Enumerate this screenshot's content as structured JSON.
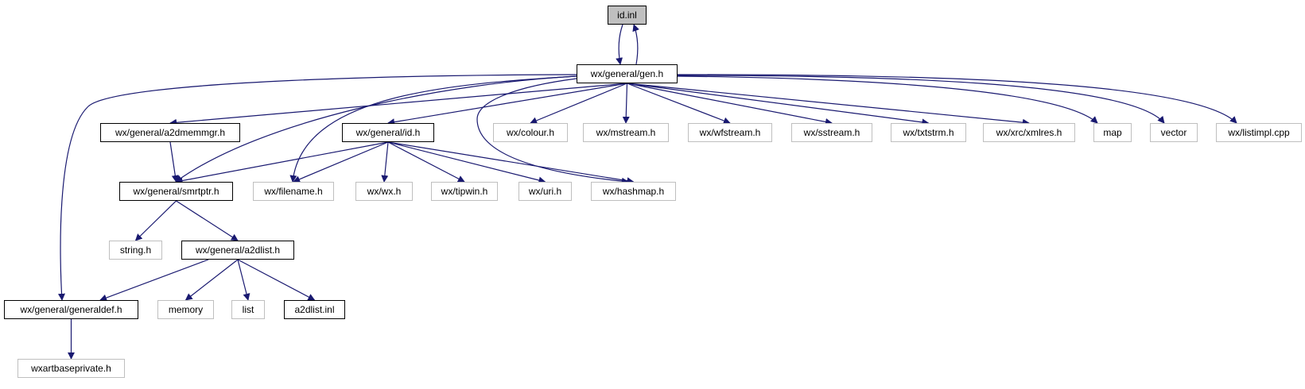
{
  "graph": {
    "edge_color": "#191970",
    "root_fill": "#bfbfbf",
    "documented_border": "#000000",
    "external_border": "#bfbfbf",
    "nodes": {
      "id_inl": {
        "label": "id.inl",
        "kind": "root"
      },
      "gen_h": {
        "label": "wx/general/gen.h",
        "kind": "documented"
      },
      "a2dmemmgr_h": {
        "label": "wx/general/a2dmemmgr.h",
        "kind": "documented"
      },
      "general_id_h": {
        "label": "wx/general/id.h",
        "kind": "documented"
      },
      "colour_h": {
        "label": "wx/colour.h",
        "kind": "external"
      },
      "mstream_h": {
        "label": "wx/mstream.h",
        "kind": "external"
      },
      "wfstream_h": {
        "label": "wx/wfstream.h",
        "kind": "external"
      },
      "sstream_h": {
        "label": "wx/sstream.h",
        "kind": "external"
      },
      "txtstrm_h": {
        "label": "wx/txtstrm.h",
        "kind": "external"
      },
      "xmlres_h": {
        "label": "wx/xrc/xmlres.h",
        "kind": "external"
      },
      "map": {
        "label": "map",
        "kind": "external"
      },
      "vector": {
        "label": "vector",
        "kind": "external"
      },
      "listimpl_cpp": {
        "label": "wx/listimpl.cpp",
        "kind": "external"
      },
      "smrtptr_h": {
        "label": "wx/general/smrtptr.h",
        "kind": "documented"
      },
      "filename_h": {
        "label": "wx/filename.h",
        "kind": "external"
      },
      "wx_h": {
        "label": "wx/wx.h",
        "kind": "external"
      },
      "tipwin_h": {
        "label": "wx/tipwin.h",
        "kind": "external"
      },
      "uri_h": {
        "label": "wx/uri.h",
        "kind": "external"
      },
      "hashmap_h": {
        "label": "wx/hashmap.h",
        "kind": "external"
      },
      "string_h": {
        "label": "string.h",
        "kind": "external"
      },
      "a2dlist_h": {
        "label": "wx/general/a2dlist.h",
        "kind": "documented"
      },
      "generaldef_h": {
        "label": "wx/general/generaldef.h",
        "kind": "documented"
      },
      "memory": {
        "label": "memory",
        "kind": "external"
      },
      "list": {
        "label": "list",
        "kind": "external"
      },
      "a2dlist_inl": {
        "label": "a2dlist.inl",
        "kind": "documented"
      },
      "wxartbaseprivate_h": {
        "label": "wxartbaseprivate.h",
        "kind": "external"
      }
    },
    "edges": [
      {
        "from": "id_inl",
        "to": "gen_h"
      },
      {
        "from": "gen_h",
        "to": "id_inl"
      },
      {
        "from": "gen_h",
        "to": "generaldef_h"
      },
      {
        "from": "gen_h",
        "to": "a2dmemmgr_h"
      },
      {
        "from": "gen_h",
        "to": "smrtptr_h"
      },
      {
        "from": "gen_h",
        "to": "filename_h"
      },
      {
        "from": "gen_h",
        "to": "general_id_h"
      },
      {
        "from": "gen_h",
        "to": "hashmap_h"
      },
      {
        "from": "gen_h",
        "to": "colour_h"
      },
      {
        "from": "gen_h",
        "to": "mstream_h"
      },
      {
        "from": "gen_h",
        "to": "wfstream_h"
      },
      {
        "from": "gen_h",
        "to": "sstream_h"
      },
      {
        "from": "gen_h",
        "to": "txtstrm_h"
      },
      {
        "from": "gen_h",
        "to": "xmlres_h"
      },
      {
        "from": "gen_h",
        "to": "map"
      },
      {
        "from": "gen_h",
        "to": "vector"
      },
      {
        "from": "gen_h",
        "to": "listimpl_cpp"
      },
      {
        "from": "a2dmemmgr_h",
        "to": "smrtptr_h"
      },
      {
        "from": "general_id_h",
        "to": "smrtptr_h"
      },
      {
        "from": "general_id_h",
        "to": "filename_h"
      },
      {
        "from": "general_id_h",
        "to": "wx_h"
      },
      {
        "from": "general_id_h",
        "to": "tipwin_h"
      },
      {
        "from": "general_id_h",
        "to": "uri_h"
      },
      {
        "from": "general_id_h",
        "to": "hashmap_h"
      },
      {
        "from": "smrtptr_h",
        "to": "string_h"
      },
      {
        "from": "smrtptr_h",
        "to": "a2dlist_h"
      },
      {
        "from": "a2dlist_h",
        "to": "generaldef_h"
      },
      {
        "from": "a2dlist_h",
        "to": "memory"
      },
      {
        "from": "a2dlist_h",
        "to": "list"
      },
      {
        "from": "a2dlist_h",
        "to": "a2dlist_inl"
      },
      {
        "from": "generaldef_h",
        "to": "wxartbaseprivate_h"
      }
    ]
  }
}
